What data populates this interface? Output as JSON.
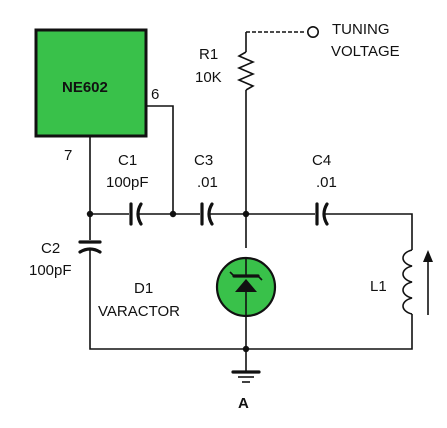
{
  "colors": {
    "component_fill": "#39c14a",
    "line": "#111111",
    "background": "#ffffff"
  },
  "ic": {
    "name": "NE602",
    "pin_6": "6",
    "pin_7": "7"
  },
  "r1": {
    "ref": "R1",
    "value": "10K"
  },
  "tuning": {
    "line1": "TUNING",
    "line2": "VOLTAGE"
  },
  "c1": {
    "ref": "C1",
    "value": "100pF"
  },
  "c2": {
    "ref": "C2",
    "value": "100pF"
  },
  "c3": {
    "ref": "C3",
    "value": ".01"
  },
  "c4": {
    "ref": "C4",
    "value": ".01"
  },
  "d1": {
    "ref": "D1",
    "type": "VARACTOR"
  },
  "l1": {
    "ref": "L1"
  },
  "ground": {
    "label": "A"
  },
  "icons": [
    "tuning-terminal-icon",
    "resistor-icon",
    "capacitor-icon",
    "varactor-diode-icon",
    "inductor-icon",
    "ground-icon",
    "arrow-up-icon"
  ]
}
